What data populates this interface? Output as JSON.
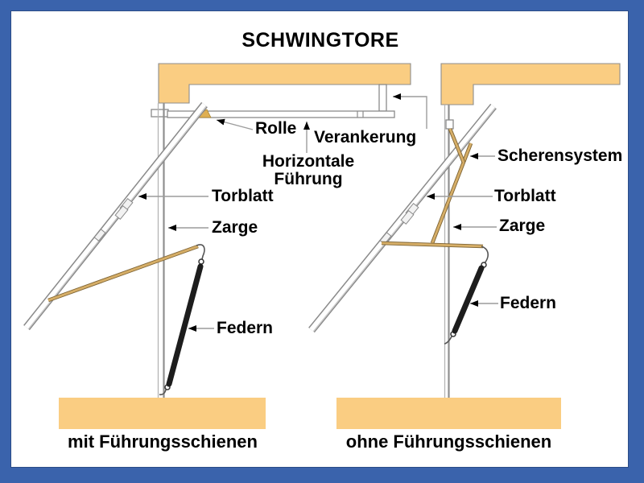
{
  "title": "SCHWINGTORE",
  "colors": {
    "frame_blue": "#3A63AC",
    "frame_inner_line": "#2C4C86",
    "masonry_tan": "#FACD82",
    "arm_gold": "#D6AE67",
    "arm_gold_dark": "#7D6334",
    "spring_black": "#1D1D1D",
    "metal_gray": "#8A8A8A",
    "background": "#FFFFFF",
    "text": "#000000"
  },
  "left_diagram": {
    "caption": "mit Führungsschienen",
    "labels": {
      "rolle": "Rolle",
      "verankerung": "Verankerung",
      "fuehrung_line1": "Horizontale",
      "fuehrung_line2": "Führung",
      "torblatt": "Torblatt",
      "zarge": "Zarge",
      "federn": "Federn"
    }
  },
  "right_diagram": {
    "caption": "ohne Führungsschienen",
    "labels": {
      "scherensystem": "Scherensystem",
      "torblatt": "Torblatt",
      "zarge": "Zarge",
      "federn": "Federn"
    }
  }
}
